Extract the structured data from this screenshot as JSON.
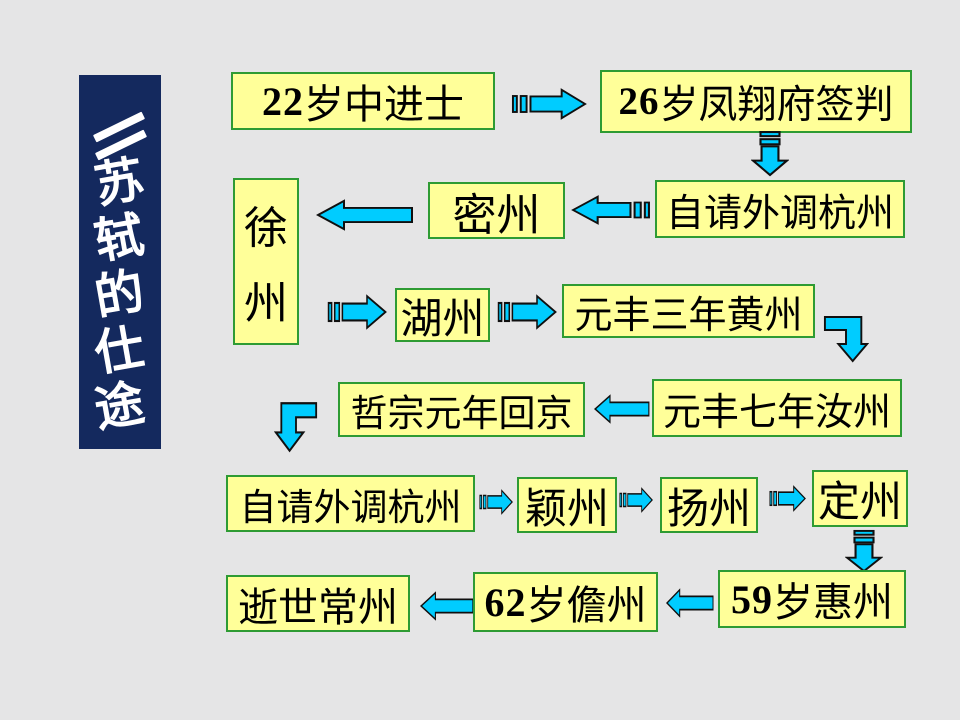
{
  "slide": {
    "background_color": "#E6E6E6"
  },
  "banner": {
    "title": "苏轼的仕途",
    "chars": [
      "苏",
      "轼",
      "的",
      "仕",
      "途"
    ],
    "fill_color": "#14295E",
    "text_color": "#FFFFFF",
    "mark": "double-slash-decoration"
  },
  "style": {
    "box_fill": "#FFFF99",
    "box_border": "#2E9B33",
    "arrow_fill": "#00CCFF",
    "arrow_outline": "#101010",
    "text_color": "#000000"
  },
  "nodes": [
    {
      "bold": "22",
      "label": "岁中进士"
    },
    {
      "bold": "26",
      "label": "岁凤翔府签判"
    },
    {
      "label": "徐州",
      "chars": [
        "徐",
        "州"
      ]
    },
    {
      "label": "密州"
    },
    {
      "label": "自请外调杭州"
    },
    {
      "label": "湖州"
    },
    {
      "label": "元丰三年黄州"
    },
    {
      "label": "哲宗元年回京"
    },
    {
      "label": "元丰七年汝州"
    },
    {
      "label": "自请外调杭州"
    },
    {
      "label": "颖州"
    },
    {
      "label": "扬州"
    },
    {
      "label": "定州"
    },
    {
      "label": "逝世常州"
    },
    {
      "bold": "62",
      "label": "岁儋州"
    },
    {
      "bold": "59",
      "label": "岁惠州"
    }
  ],
  "edges": [
    {
      "from": "22岁中进士",
      "to": "26岁凤翔府签判"
    },
    {
      "from": "26岁凤翔府签判",
      "to": "自请外调杭州"
    },
    {
      "from": "自请外调杭州",
      "to": "密州"
    },
    {
      "from": "密州",
      "to": "徐州"
    },
    {
      "from": "徐州",
      "to": "湖州"
    },
    {
      "from": "湖州",
      "to": "元丰三年黄州"
    },
    {
      "from": "元丰三年黄州",
      "to": "元丰七年汝州"
    },
    {
      "from": "元丰七年汝州",
      "to": "哲宗元年回京"
    },
    {
      "from": "哲宗元年回京",
      "to": "自请外调杭州"
    },
    {
      "from": "自请外调杭州",
      "to": "颖州"
    },
    {
      "from": "颖州",
      "to": "扬州"
    },
    {
      "from": "扬州",
      "to": "定州"
    },
    {
      "from": "定州",
      "to": "59岁惠州"
    },
    {
      "from": "59岁惠州",
      "to": "62岁儋州"
    },
    {
      "from": "62岁儋州",
      "to": "逝世常州"
    }
  ]
}
